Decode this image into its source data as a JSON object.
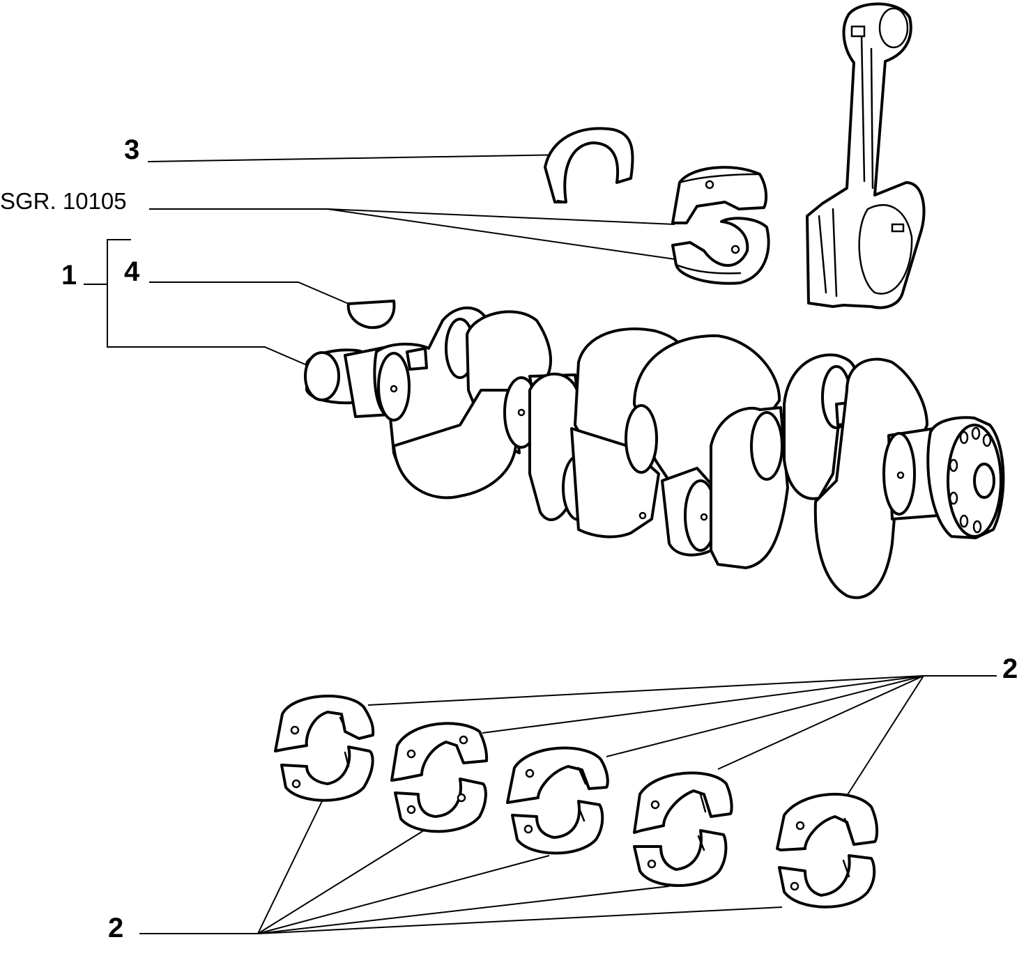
{
  "callouts": {
    "c3": "3",
    "sgr": "SGR. 10105",
    "c1": "1",
    "c4": "4",
    "c2_right": "2",
    "c2_bottom": "2"
  },
  "colors": {
    "line": "#000000",
    "background": "#ffffff"
  }
}
